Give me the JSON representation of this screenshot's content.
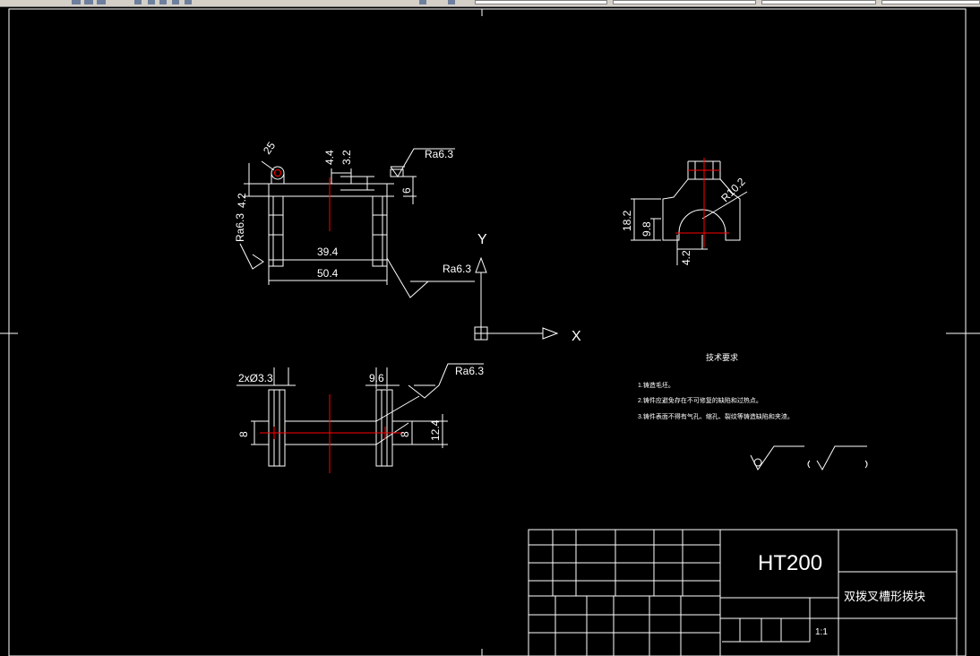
{
  "app": {
    "toolbar_icons": [
      "save-icon",
      "print-icon",
      "undo-icon",
      "redo-icon",
      "layer-dropdown",
      "color-dropdown",
      "linetype-dropdown",
      "lineweight-dropdown"
    ]
  },
  "colors": {
    "background": "#000000",
    "geometry": "#ffffff",
    "centerline": "#ff0000"
  },
  "top_view": {
    "dim_25": "25",
    "dim_44": "4.4",
    "dim_32": "3.2",
    "dim_6": "6",
    "dim_42": "4.2",
    "dim_394": "39.4",
    "dim_504": "50.4",
    "rough_top": "Ra6.3",
    "rough_left": "Ra6.3",
    "rough_right": "Ra6.3"
  },
  "side_view": {
    "dim_182": "18.2",
    "dim_98": "9.8",
    "dim_r": "R10.2",
    "dim_42": "4.2"
  },
  "front_view": {
    "dim_holes": "2xØ3.3",
    "dim_96": "9.6",
    "rough": "Ra6.3",
    "dim_8_left": "8",
    "dim_8_right": "8",
    "dim_124": "12.4"
  },
  "ucs": {
    "y_label": "Y",
    "x_label": "X"
  },
  "tech_req": {
    "title": "技术要求",
    "items": [
      "1.铸造毛坯。",
      "2.铸件应避免存在不可修复的缺陷和过热点。",
      "3.铸件表面不得有气孔、缩孔、裂纹等铸造缺陷和夹渣。"
    ]
  },
  "title_block": {
    "material": "HT200",
    "part_name": "双拨叉槽形拨块",
    "scale": "1:1"
  }
}
